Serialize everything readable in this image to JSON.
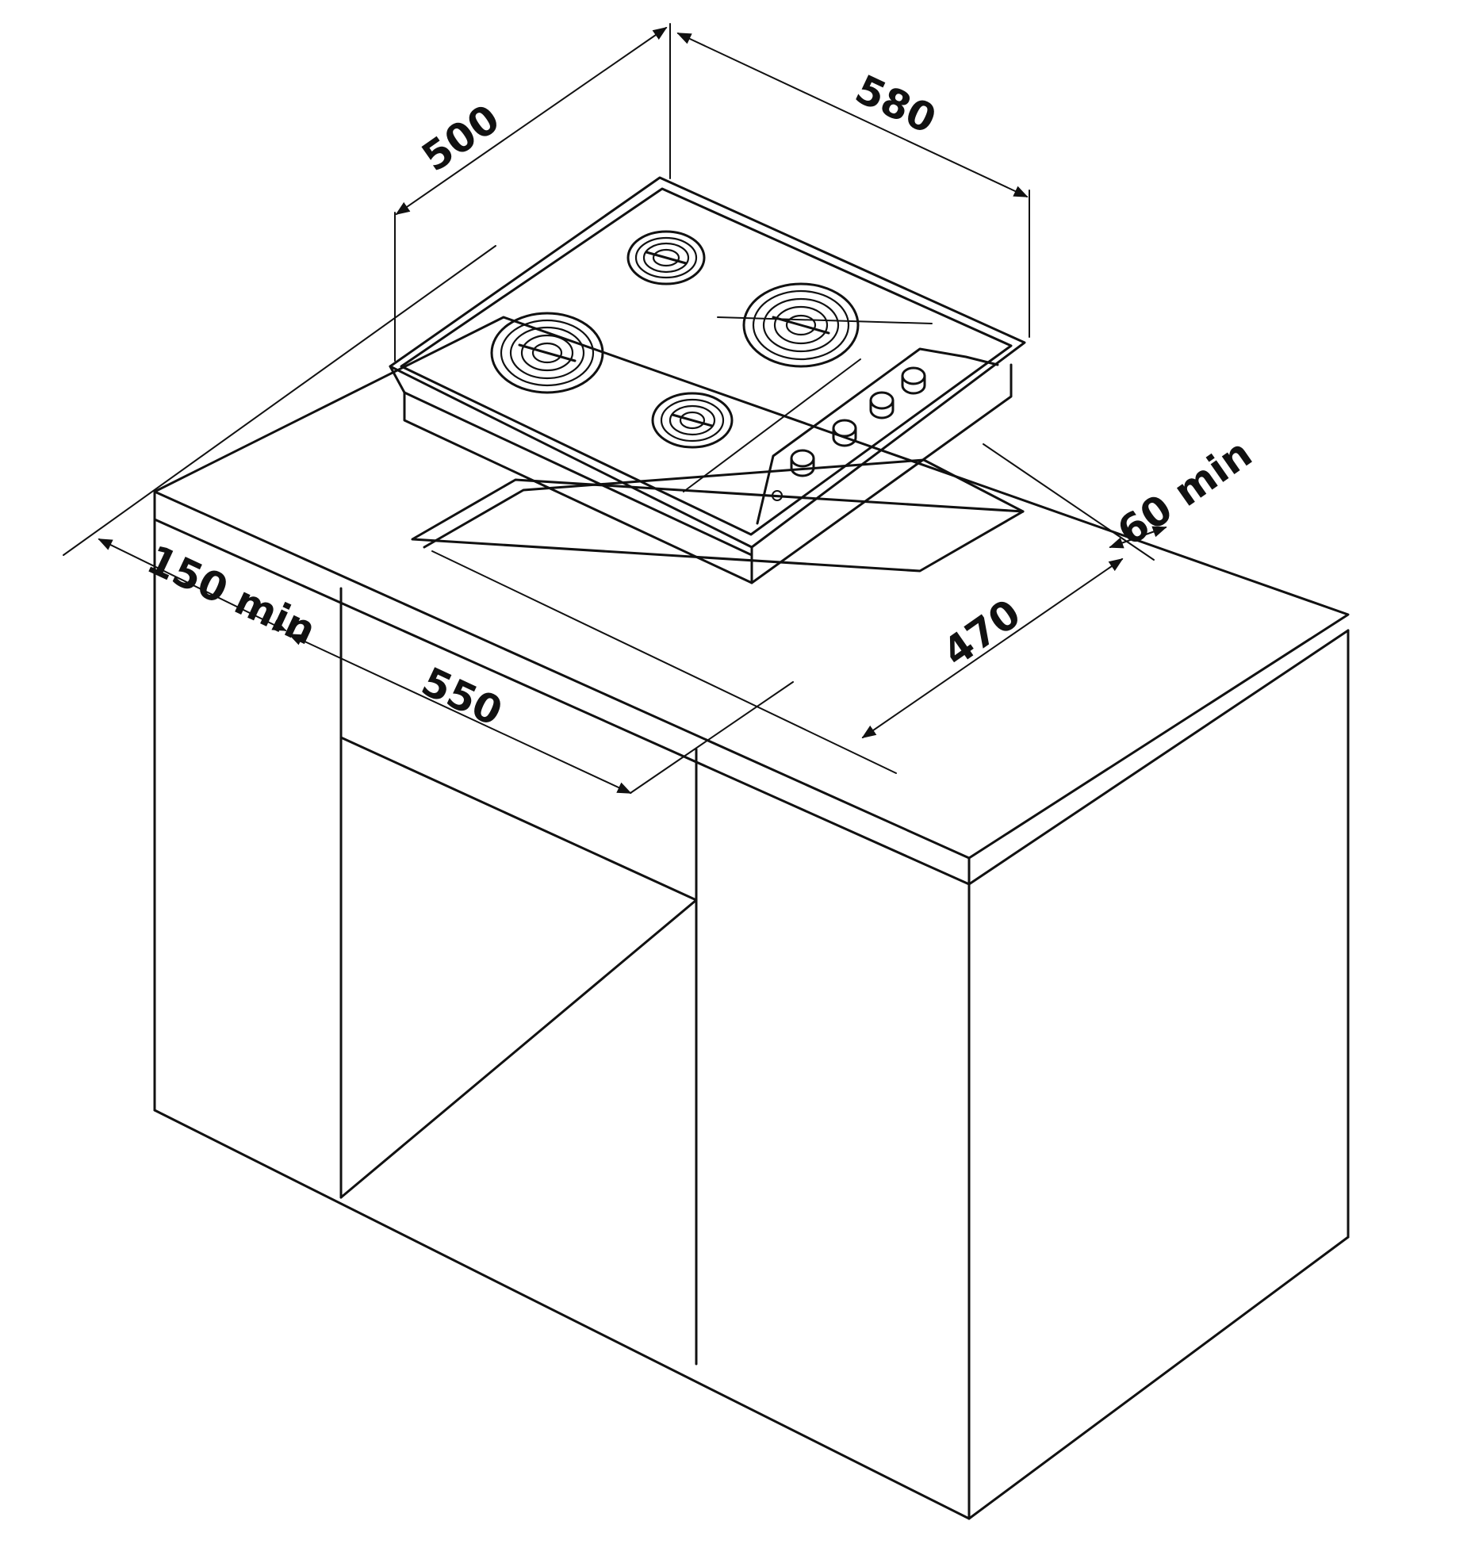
{
  "dimensions": {
    "width": "580",
    "depth": "500",
    "cutout_width": "550",
    "cutout_depth": "470",
    "min_side": "150 min",
    "min_back": "60 min"
  },
  "colors": {
    "line": "#111111",
    "background": "#ffffff"
  },
  "hob": {
    "burner_count": 4,
    "knob_count": 4
  }
}
